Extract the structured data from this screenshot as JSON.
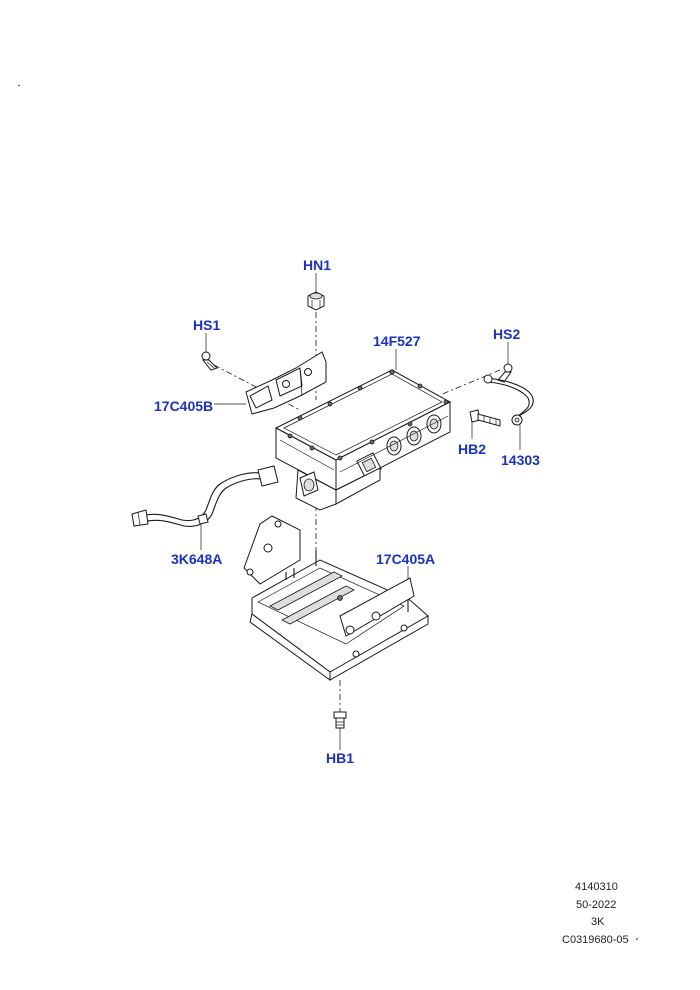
{
  "callouts": {
    "hn1": "HN1",
    "hs1": "HS1",
    "f14527": "14F527",
    "hs2": "HS2",
    "c17c405b": "17C405B",
    "hb2": "HB2",
    "p14303": "14303",
    "k3648a": "3K648A",
    "c17c405a": "17C405A",
    "hb1": "HB1"
  },
  "footer": {
    "line1": "4140310",
    "line2": "50-2022",
    "line3": "3K",
    "line4": "C0319680-05"
  },
  "colors": {
    "callout_text": "#1a2fd0",
    "linework": "#1a1a1a",
    "background": "#ffffff"
  }
}
